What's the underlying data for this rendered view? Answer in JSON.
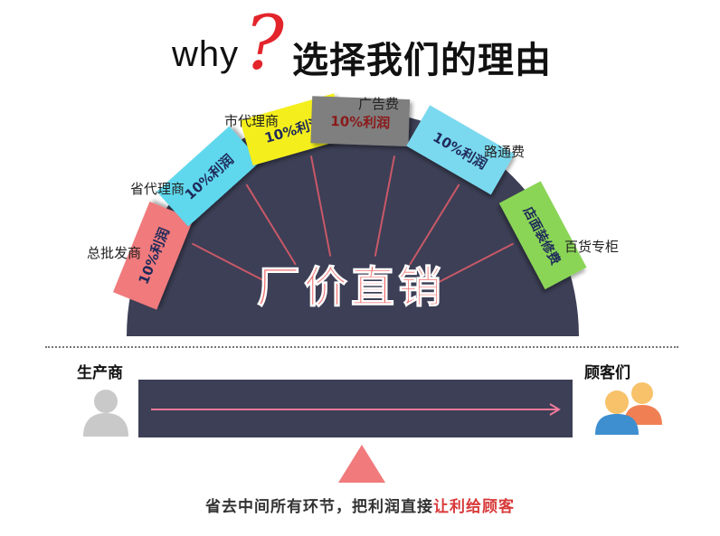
{
  "title": {
    "why": "why",
    "question_mark": "?",
    "text": "选择我们的理由"
  },
  "arc": {
    "center_text": "厂价直销",
    "segments": [
      {
        "name": "总批发商",
        "block_text": "10%利润",
        "color": "#f07a7c"
      },
      {
        "name": "省代理商",
        "block_text": "10%利润",
        "color": "#5fd8ee"
      },
      {
        "name": "市代理商",
        "block_text": "10%利润",
        "color": "#f4ef1e"
      },
      {
        "name": "广告费",
        "block_text": "10%利润",
        "color": "#7f7f7f"
      },
      {
        "name": "路通费",
        "block_text": "10%利润",
        "color": "#7ad9ef"
      },
      {
        "name": "百货专柜",
        "block_text": "店面装修费",
        "color": "#8ad556"
      }
    ],
    "dome_color": "#3c3f55",
    "center_text_color": "#f06a6a"
  },
  "channel": {
    "producer": "生产商",
    "consumer": "顾客们",
    "bar_color": "#3c3f55",
    "arrow_color": "#f07a9a"
  },
  "footer": {
    "text": "省去中间所有环节，把利润直接",
    "highlight": "让利给顾客"
  }
}
